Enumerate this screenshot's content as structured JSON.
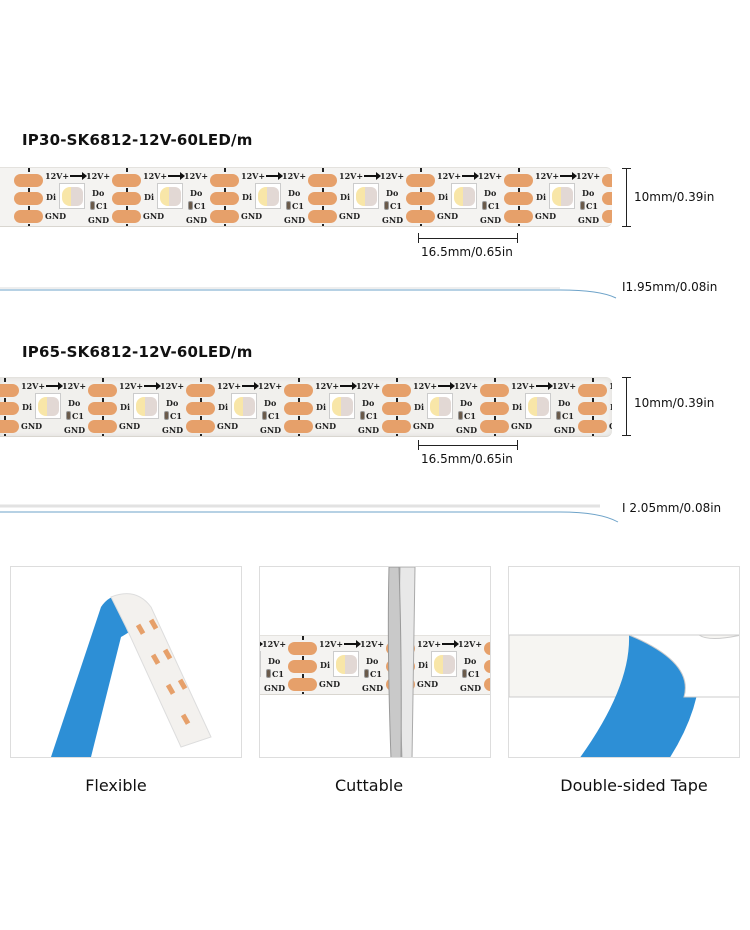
{
  "products": [
    {
      "title": "IP30-SK6812-12V-60LED/m",
      "width_label": "10mm/0.39in",
      "pitch_label": "16.5mm/0.65in",
      "thickness_label": "1.95mm/0.08in"
    },
    {
      "title": "IP65-SK6812-12V-60LED/m",
      "width_label": "10mm/0.39in",
      "pitch_label": "16.5mm/0.65in",
      "thickness_label": "2.05mm/0.08in"
    }
  ],
  "strip_labels": {
    "vplus": "12V+",
    "di": "Di",
    "do": "Do",
    "gnd": "GND",
    "c1": "C1"
  },
  "features": [
    {
      "label": "Flexible"
    },
    {
      "label": "Cuttable"
    },
    {
      "label": "Double-sided Tape"
    }
  ],
  "colors": {
    "pad": "#e6a06a",
    "tape": "#2d8fd6"
  }
}
